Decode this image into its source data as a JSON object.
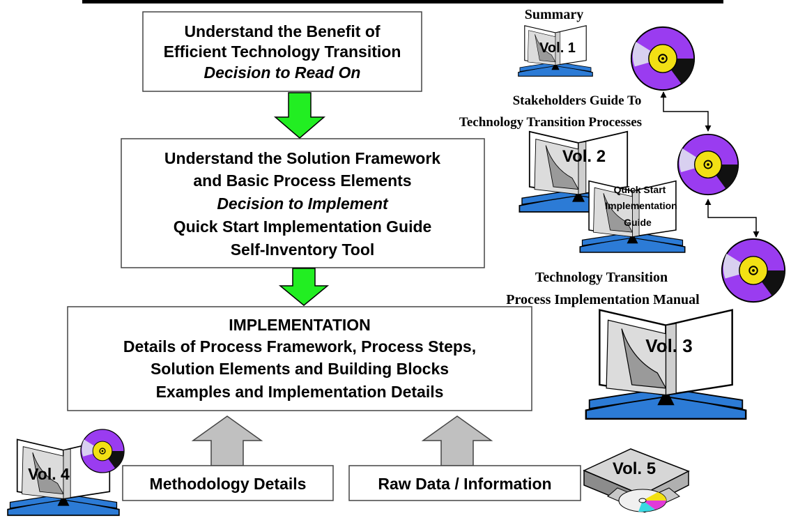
{
  "flow": {
    "step1": {
      "line1": "Understand the Benefit of",
      "line2": "Efficient Technology Transition",
      "line3": "Decision to Read On"
    },
    "step2": {
      "line1": "Understand the Solution Framework",
      "line2": "and Basic Process Elements",
      "line3": "Decision to Implement",
      "line4": "Quick Start Implementation Guide",
      "line5": "Self-Inventory Tool"
    },
    "step3": {
      "line1": "IMPLEMENTATION",
      "line2": "Details of Process Framework, Process Steps,",
      "line3": "Solution Elements and Building Blocks",
      "line4": "Examples and Implementation Details"
    },
    "inputs": {
      "methodology": "Methodology Details",
      "raw_data": "Raw Data / Information"
    }
  },
  "volumes": {
    "vol1": {
      "caption": "Summary",
      "label": "Vol. 1"
    },
    "vol2": {
      "caption_line1": "Stakeholders Guide To",
      "caption_line2": "Technology Transition Processes",
      "label": "Vol. 2"
    },
    "quick_start": {
      "line1": "Quick Start",
      "line2": "Implementation",
      "line3": "Guide"
    },
    "vol3": {
      "caption_line1": "Technology Transition",
      "caption_line2": "Process Implementation Manual",
      "label": "Vol. 3"
    },
    "vol4": {
      "label": "Vol. 4"
    },
    "vol5": {
      "label": "Vol. 5"
    }
  },
  "colors": {
    "arrow_green": "#22ee22",
    "arrow_gray": "#c0c0c0",
    "book_blue": "#2c7bd6",
    "cd_purple": "#9a3cf0",
    "cd_yellow": "#f2e014"
  },
  "icons": [
    "book-icon",
    "cd-icon",
    "cd-drive-icon"
  ]
}
